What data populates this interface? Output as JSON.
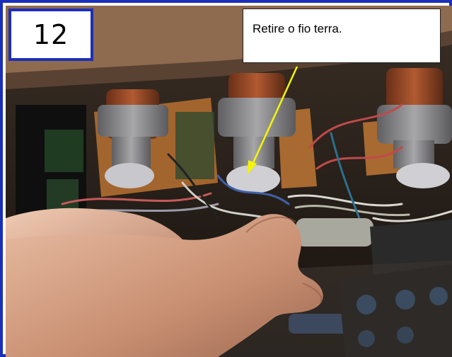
{
  "step": {
    "number": "12"
  },
  "caption": {
    "text": "Retire o fio terra."
  },
  "colors": {
    "frame_border": "#1b2fb8",
    "arrow": "#f5f500",
    "caption_background": "#ffffff"
  },
  "photo": {
    "subject": "hands disconnecting wiring inside an electronic chassis"
  }
}
